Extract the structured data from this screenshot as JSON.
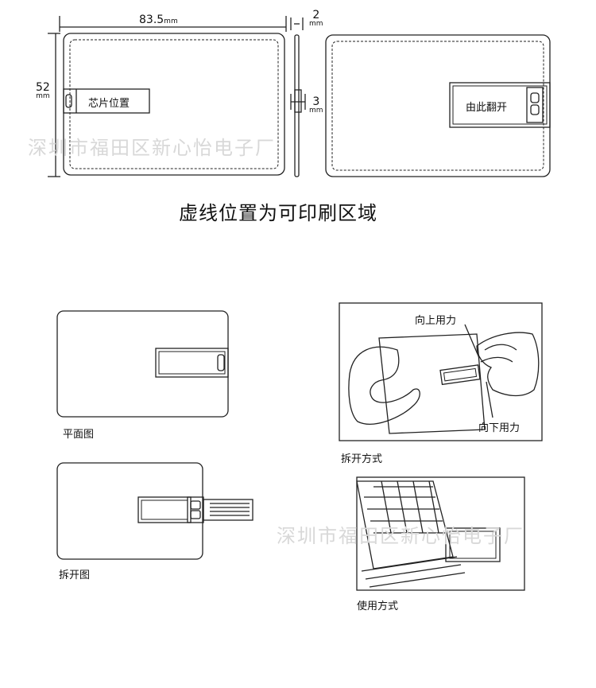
{
  "top": {
    "width_dim": {
      "value": "83.5",
      "unit": "mm"
    },
    "height_dim": {
      "value": "52",
      "unit": "mm"
    },
    "thickness_top": {
      "value": "2",
      "unit": "mm"
    },
    "thickness_mid": {
      "value": "3",
      "unit": "mm"
    },
    "chip_label": "芯片位置",
    "flip_label": "由此翻开",
    "print_area_note": "虚线位置为可印刷区域"
  },
  "watermark": "深圳市福田区新心怡电子厂",
  "bottom": {
    "plan_caption": "平面图",
    "unfold_caption": "拆开图",
    "open_method_caption": "拆开方式",
    "use_method_caption": "使用方式",
    "force_up": "向上用力",
    "force_down": "向下用力"
  }
}
